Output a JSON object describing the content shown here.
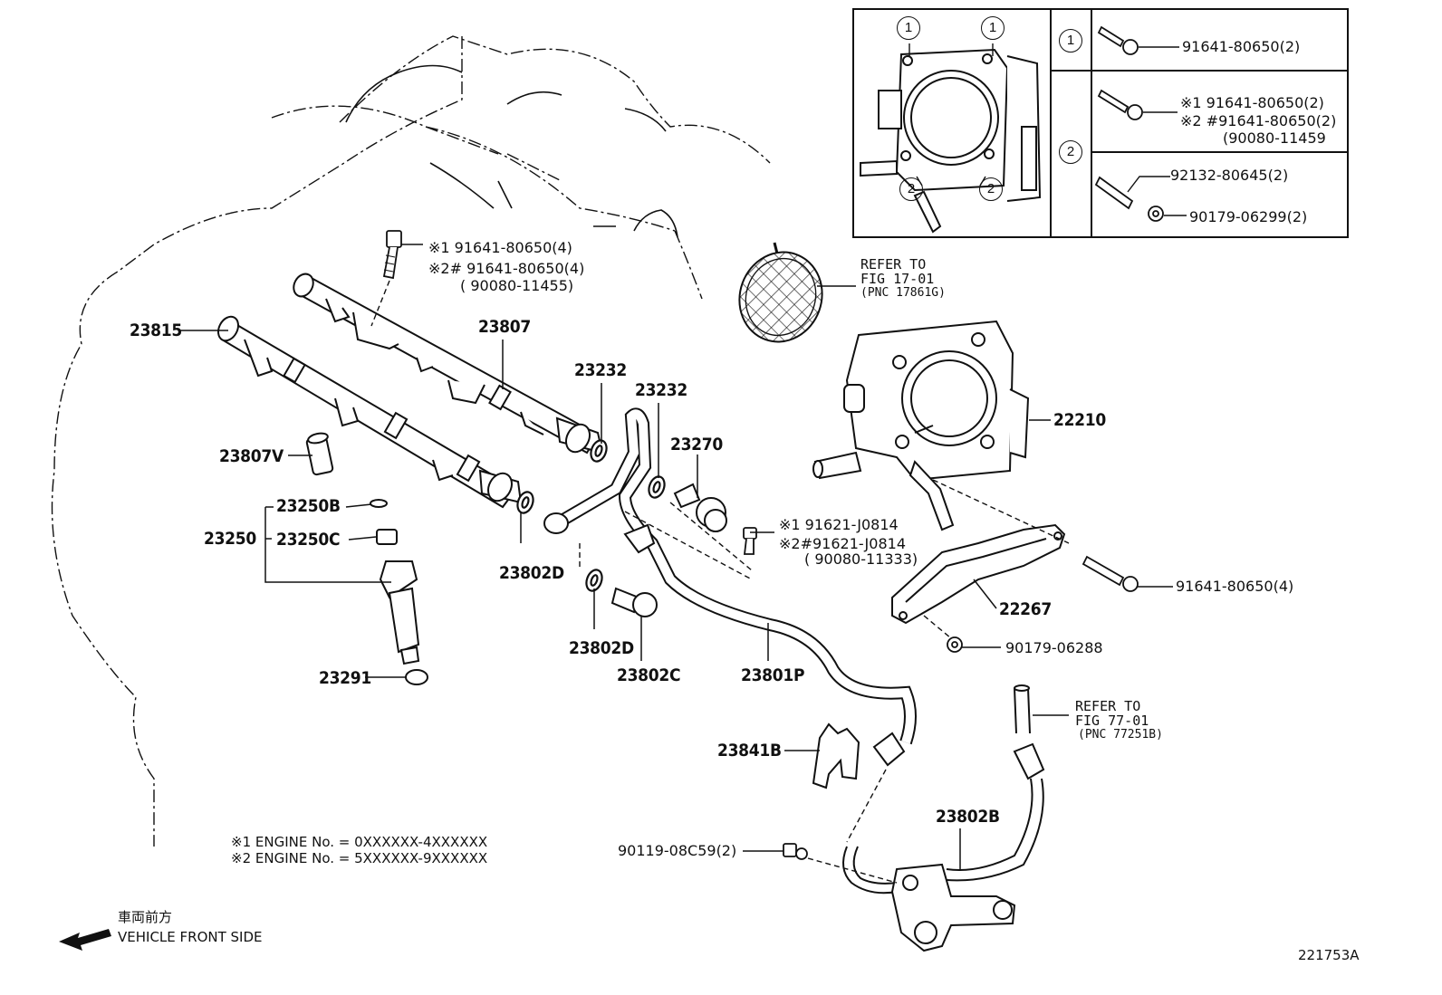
{
  "diagram_id": "221753A",
  "direction": {
    "jp": "車両前方",
    "en": "VEHICLE FRONT SIDE"
  },
  "engine_notes": {
    "n1": "※1 ENGINE  No. = 0XXXXXX-4XXXXXX",
    "n2": "※2 ENGINE  No. = 5XXXXXX-9XXXXXX"
  },
  "parts": {
    "p23815": "23815",
    "p23807": "23807",
    "p23807V": "23807V",
    "p23250B": "23250B",
    "p23250": "23250",
    "p23250C": "23250C",
    "p23291": "23291",
    "p23232a": "23232",
    "p23232b": "23232",
    "p23270": "23270",
    "p23802D_a": "23802D",
    "p23802D_b": "23802D",
    "p23802C": "23802C",
    "p23801P": "23801P",
    "p23841B": "23841B",
    "p23802B": "23802B",
    "p22210": "22210",
    "p22267": "22267"
  },
  "fasteners": {
    "top_a": "※1 91641-80650(4)",
    "top_b": "※2# 91641-80650(4)",
    "top_c": "( 90080-11455)",
    "mid_a": "※1 91621-J0814",
    "mid_b": "※2#91621-J0814",
    "mid_c": "( 90080-11333)",
    "bracket_bolt": "91641-80650(4)",
    "bracket_nut": "90179-06288",
    "pipe_bolt": "90119-08C59(2)"
  },
  "refs": {
    "r1_a": "REFER TO",
    "r1_b": "FIG 17-01",
    "r1_c": "(PNC 17861G)",
    "r2_a": "REFER TO",
    "r2_b": "FIG 77-01",
    "r2_c": "(PNC 77251B)"
  },
  "inset": {
    "row1_marker": "1",
    "row2_marker": "2",
    "row1_part": "91641-80650(2)",
    "row2_a": "※1 91641-80650(2)",
    "row2_b": "※2 #91641-80650(2)",
    "row2_c": "(90080-11459",
    "row3_a": "92132-80645(2)",
    "row3_b": "90179-06299(2)",
    "img_m1a": "1",
    "img_m1b": "1",
    "img_m2a": "2",
    "img_m2b": "2"
  }
}
